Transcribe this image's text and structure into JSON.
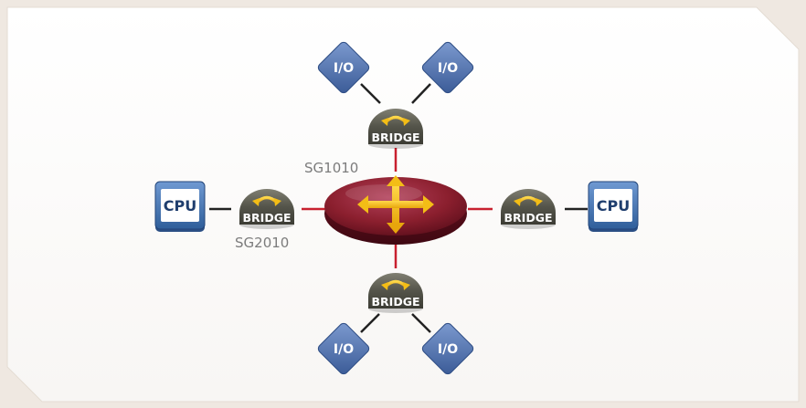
{
  "diagram": {
    "hub": {
      "icon": "four-way-arrows-icon"
    },
    "bridges": {
      "top": "BRIDGE",
      "bottom": "BRIDGE",
      "left": "BRIDGE",
      "right": "BRIDGE"
    },
    "bridge_icon": "curved-double-arrow-icon",
    "io_nodes": {
      "top_left": "I/O",
      "top_right": "I/O",
      "bottom_left": "I/O",
      "bottom_right": "I/O"
    },
    "cpu_nodes": {
      "left": "CPU",
      "right": "CPU"
    },
    "captions": {
      "hub_label": "SG1010",
      "bridge_label": "SG2010"
    },
    "colors": {
      "hub": "#8b1f2e",
      "link_red": "#c8202f",
      "link_black": "#222222",
      "bridge": "#4a4a40",
      "arrow_yellow": "#f3bd16",
      "io_blue": "#4d72ae",
      "cpu_blue": "#3b6da8"
    }
  }
}
